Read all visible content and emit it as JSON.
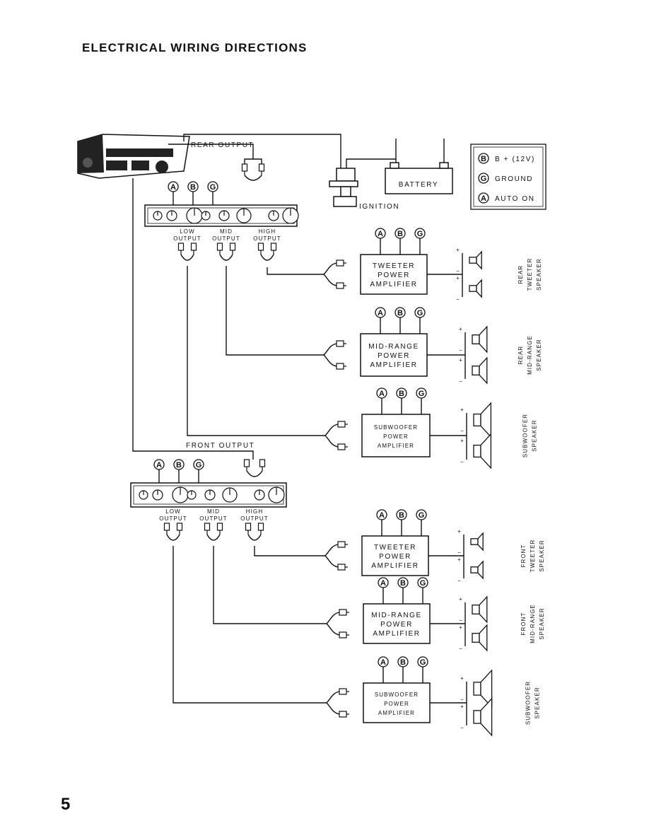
{
  "title": "ELECTRICAL WIRING DIRECTIONS",
  "page_number": "5",
  "terminals": {
    "a": "A",
    "b": "B",
    "g": "G"
  },
  "legend": {
    "b": "B + (12V)",
    "g": "GROUND",
    "a": "AUTO ON"
  },
  "labels": {
    "rear_output": "REAR OUTPUT",
    "front_output": "FRONT OUTPUT",
    "battery": "BATTERY",
    "ignition": "IGNITION",
    "low": "LOW",
    "mid": "MID",
    "high": "HIGH",
    "output": "OUTPUT",
    "plus": "+",
    "minus": "−"
  },
  "amplifiers": {
    "rear_tweeter": [
      "TWEETER",
      "POWER",
      "AMPLIFIER"
    ],
    "rear_mid": [
      "MID-RANGE",
      "POWER",
      "AMPLIFIER"
    ],
    "rear_sub": [
      "SUBWOOFER",
      "POWER",
      "AMPLIFIER"
    ],
    "front_tweeter": [
      "TWEETER",
      "POWER",
      "AMPLIFIER"
    ],
    "front_mid": [
      "MID-RANGE",
      "POWER",
      "AMPLIFIER"
    ],
    "front_sub": [
      "SUBWOOFER",
      "POWER",
      "AMPLIFIER"
    ]
  },
  "speakers": {
    "rear_tweeter": [
      "REAR",
      "TWEETER",
      "SPEAKER"
    ],
    "rear_mid": [
      "REAR",
      "MID-RANGE",
      "SPEAKER"
    ],
    "rear_sub": [
      "SUBWOOFER",
      "SPEAKER"
    ],
    "front_tweeter": [
      "FRONT",
      "TWEETER",
      "SPEAKER"
    ],
    "front_mid": [
      "FRONT",
      "MID-RANGE",
      "SPEAKER"
    ],
    "front_sub": [
      "SUBWOOFER",
      "SPEAKER"
    ]
  }
}
